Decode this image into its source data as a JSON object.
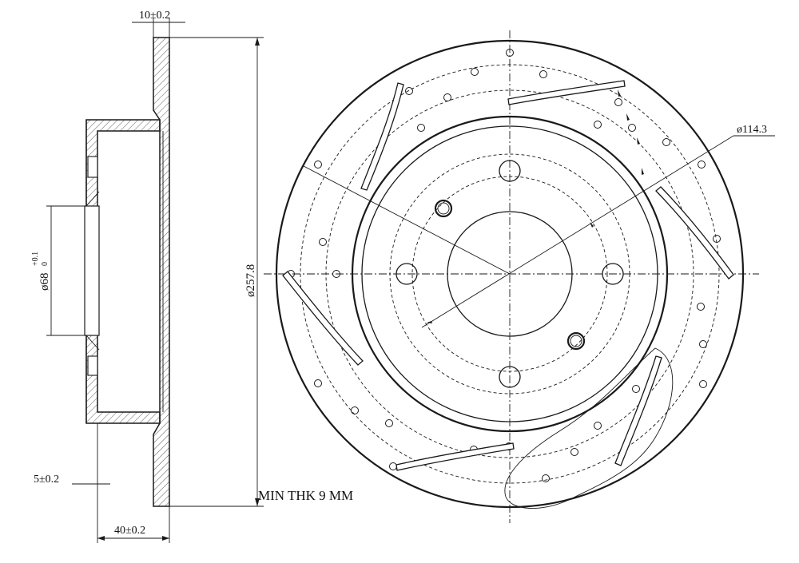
{
  "dimensions": {
    "thickness_top": "10±0.2",
    "hub_diameter_main": "ø68",
    "hub_diameter_tol_upper": "+0.1",
    "hub_diameter_tol_lower": "0",
    "overall_diameter": "ø257.8",
    "pcd": "ø114.3",
    "offset_small": "5±0.2",
    "hat_depth": "40±0.2"
  },
  "notes": {
    "min_thickness": "MIN THK 9 MM"
  }
}
